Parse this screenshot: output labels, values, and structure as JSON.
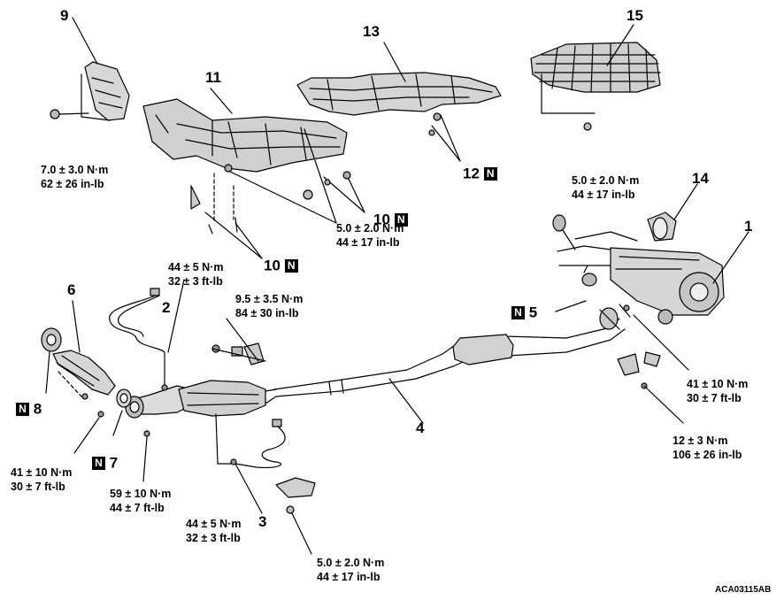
{
  "callouts": [
    {
      "id": "c1",
      "text": "1"
    },
    {
      "id": "c2",
      "text": "2"
    },
    {
      "id": "c3",
      "text": "3"
    },
    {
      "id": "c4",
      "text": "4"
    },
    {
      "id": "c6",
      "text": "6"
    },
    {
      "id": "c9",
      "text": "9"
    },
    {
      "id": "c11",
      "text": "11"
    },
    {
      "id": "c13",
      "text": "13"
    },
    {
      "id": "c14",
      "text": "14"
    },
    {
      "id": "c15",
      "text": "15"
    }
  ],
  "n_callouts": [
    {
      "id": "n5",
      "text": "5",
      "badge": "N",
      "badge_side": "left"
    },
    {
      "id": "n7",
      "text": "7",
      "badge": "N",
      "badge_side": "left"
    },
    {
      "id": "n8",
      "text": "8",
      "badge": "N",
      "badge_side": "left"
    },
    {
      "id": "n10a",
      "text": "10",
      "badge": "N",
      "badge_side": "right"
    },
    {
      "id": "n10b",
      "text": "10",
      "badge": "N",
      "badge_side": "right"
    },
    {
      "id": "n12",
      "text": "12",
      "badge": "N",
      "badge_side": "right"
    }
  ],
  "torque_specs": [
    {
      "id": "t_heatshield9",
      "metric": "7.0 ± 3.0 N·m",
      "imperial": "62 ± 26 in-lb"
    },
    {
      "id": "t_heatshield11",
      "metric": "5.0 ± 2.0 N·m",
      "imperial": "44 ± 17 in-lb"
    },
    {
      "id": "t_heatshield15",
      "metric": "5.0 ± 2.0 N·m",
      "imperial": "44 ± 17 in-lb"
    },
    {
      "id": "t_o2sensor2",
      "metric": "44 ± 5 N·m",
      "imperial": "32 ± 3 ft-lb"
    },
    {
      "id": "t_bracket",
      "metric": "9.5 ± 3.5 N·m",
      "imperial": "84 ± 30 in-lb"
    },
    {
      "id": "t_flange_rear",
      "metric": "41 ± 10 N·m",
      "imperial": "30 ± 7 ft-lb"
    },
    {
      "id": "t_hanger_rear",
      "metric": "12 ± 3 N·m",
      "imperial": "106 ± 26 in-lb"
    },
    {
      "id": "t_flange_front",
      "metric": "41 ± 10 N·m",
      "imperial": "30 ± 7 ft-lb"
    },
    {
      "id": "t_stud_front",
      "metric": "59 ± 10 N·m",
      "imperial": "44 ± 7 ft-lb"
    },
    {
      "id": "t_o2sensor3",
      "metric": "44 ± 5 N·m",
      "imperial": "32 ± 3 ft-lb"
    },
    {
      "id": "t_heatshield_small",
      "metric": "5.0 ± 2.0 N·m",
      "imperial": "44 ± 17 in-lb"
    }
  ],
  "figure_code": "ACA03115AB"
}
